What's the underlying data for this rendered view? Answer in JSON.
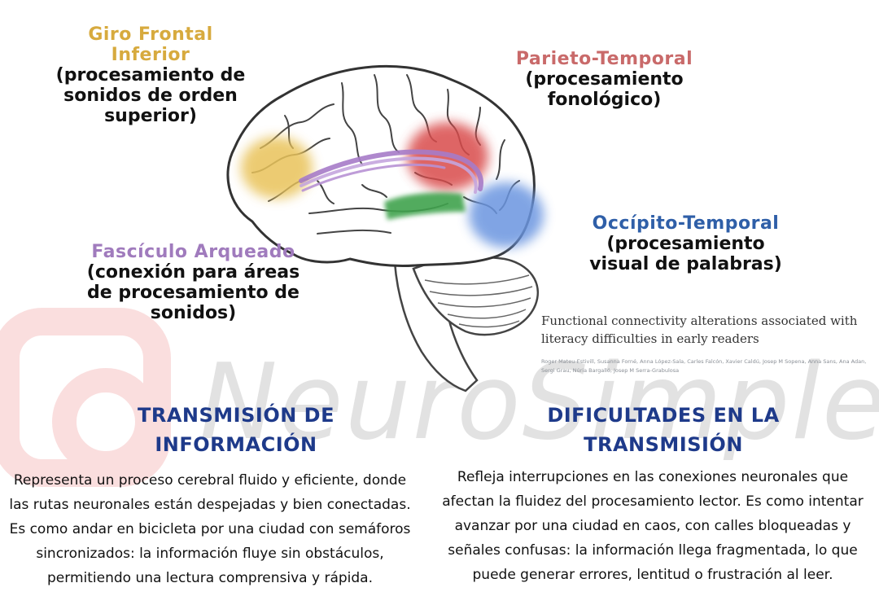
{
  "watermark": {
    "text": "NeuroSimple"
  },
  "regions": {
    "frontal": {
      "title": "Giro Frontal Inferior",
      "description": "(procesamiento de sonidos de orden superior)",
      "color": "#e9c35a"
    },
    "parietal": {
      "title": "Parieto-Temporal",
      "description": "(procesamiento fonológico)",
      "color": "#d94b4b"
    },
    "occipital": {
      "title": "Occípito-Temporal",
      "description": "(procesamiento visual de palabras)",
      "color": "#6b95e0"
    },
    "fascicle": {
      "title": "Fascículo Arqueado",
      "description": "(conexión para áreas de procesamiento de sonidos)",
      "color": "#a77cc8"
    },
    "green_region": {
      "color": "#3fa34d"
    }
  },
  "paper": {
    "title": "Functional connectivity alterations associated with literacy difficulties in early readers",
    "authors": "Roger Mateu-Estivill, Susanna Forné, Anna López-Sala, Carles Falcón, Xavier Caldú, Josep M Sopena, Anna Sans, Ana Adan, Sergi Grau, Núria Bargalló, Josep M Serra-Grabulosa"
  },
  "sections": {
    "left": {
      "heading": "TRANSMISIÓN DE INFORMACIÓN",
      "text": "Representa un proceso cerebral fluido y eficiente, donde las rutas neuronales están despejadas y bien conectadas. Es como andar en bicicleta por una ciudad con semáforos sincronizados: la información fluye sin obstáculos, permitiendo una lectura comprensiva y rápida."
    },
    "right": {
      "heading": "DIFICULTADES EN LA TRANSMISIÓN",
      "text": "Refleja interrupciones en las conexiones neuronales que afectan la fluidez del procesamiento lector. Es como intentar avanzar por una ciudad en caos, con calles bloqueadas y señales confusas: la información llega fragmentada, lo que puede generar errores, lentitud o frustración al leer."
    }
  }
}
